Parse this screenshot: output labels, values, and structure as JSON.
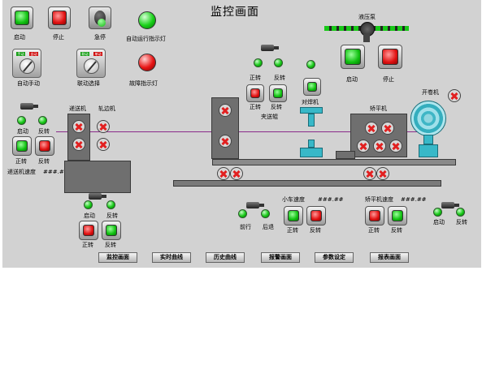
{
  "title": "监控画面",
  "left_top": {
    "start_label": "启动",
    "stop_label": "停止",
    "estop_label": "急停",
    "auto_run_lamp_label": "自动运行指示灯",
    "fault_lamp_label": "故障指示灯",
    "auto_manual_label": "自动手动",
    "auto_tag": "手动",
    "manual_tag": "自动",
    "linkage_label": "联动选择",
    "linkage_tag_a": "联动",
    "linkage_tag_b": "单动"
  },
  "hydraulic": {
    "label": "液压泵",
    "start_label": "启动",
    "stop_label": "停止"
  },
  "feeder": {
    "motor_start": "启动",
    "motor_reverse": "反转",
    "forward": "正转",
    "reverse": "反转",
    "machine_label": "递送机",
    "edger_label": "轧边机",
    "speed_label": "递送机速度",
    "speed_value": "###.##",
    "bottom_start": "启动",
    "bottom_reverse": "反转",
    "bottom_forward": "正转",
    "bottom_reverse2": "反转"
  },
  "clamp": {
    "forward_top": "正转",
    "reverse_top": "反转",
    "forward": "正转",
    "reverse": "反转",
    "label": "夹送辊"
  },
  "welder": {
    "label": "对焊机"
  },
  "leveler": {
    "label": "矫平机",
    "speed_label": "矫平机速度",
    "speed_value": "###.##",
    "forward": "正转",
    "reverse": "反转"
  },
  "uncoiler": {
    "label": "开卷机",
    "start": "启动",
    "reverse": "反转"
  },
  "cart": {
    "forward_label": "前行",
    "back_label": "后退",
    "speed_label": "小车速度",
    "speed_value": "###.##",
    "forward": "正转",
    "reverse": "反转"
  },
  "nav": [
    "监控画面",
    "实时曲线",
    "历史曲线",
    "报警画面",
    "参数设定",
    "报表画面"
  ],
  "colors": {
    "panel_bg": "#d2d2d2",
    "green": "#16c716",
    "red": "#e01010",
    "machine_gray": "#6f6f6f",
    "teal": "#38b8c8",
    "strip_line": "#8a2a8a"
  }
}
